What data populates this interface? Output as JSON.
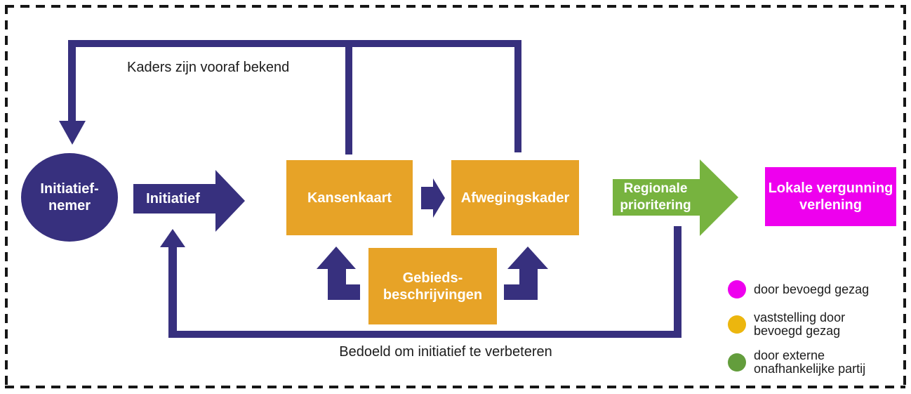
{
  "canvas": {
    "background": "#FFFFFF",
    "border_color": "#161616",
    "connector_color": "#37307E"
  },
  "annotations": {
    "top": "Kaders zijn vooraf bekend",
    "bottom": "Bedoeld om initiatief te verbeteren"
  },
  "nodes": {
    "initiator": {
      "label": "Initiatief-\nnemer",
      "shape": "ellipse",
      "color": "#37307E"
    },
    "initiative_arrow": {
      "label": "Initiatief",
      "shape": "block-arrow-right",
      "color": "#37307E"
    },
    "kansenkaart": {
      "label": "Kansenkaart",
      "shape": "rectangle",
      "color": "#E7A327"
    },
    "afwegingskader": {
      "label": "Afwegingskader",
      "shape": "rectangle",
      "color": "#E7A327"
    },
    "gebiedsbeschrijvingen": {
      "label": "Gebieds-\nbeschrijvingen",
      "shape": "rectangle",
      "color": "#E7A327"
    },
    "regionale_prioritering": {
      "label": "Regionale\nprioritering",
      "shape": "block-arrow-right",
      "color": "#77B33F"
    },
    "lokale_vergunning": {
      "label": "Lokale vergunning\nverlening",
      "shape": "rectangle",
      "color": "#EE00EE"
    }
  },
  "legend": {
    "items": [
      {
        "color": "#EE00EE",
        "label": "door bevoegd gezag"
      },
      {
        "color": "#ECB60E",
        "label": "vaststelling door\nbevoegd gezag"
      },
      {
        "color": "#639D3C",
        "label": "door externe\nonafhankelijke partij"
      }
    ]
  }
}
